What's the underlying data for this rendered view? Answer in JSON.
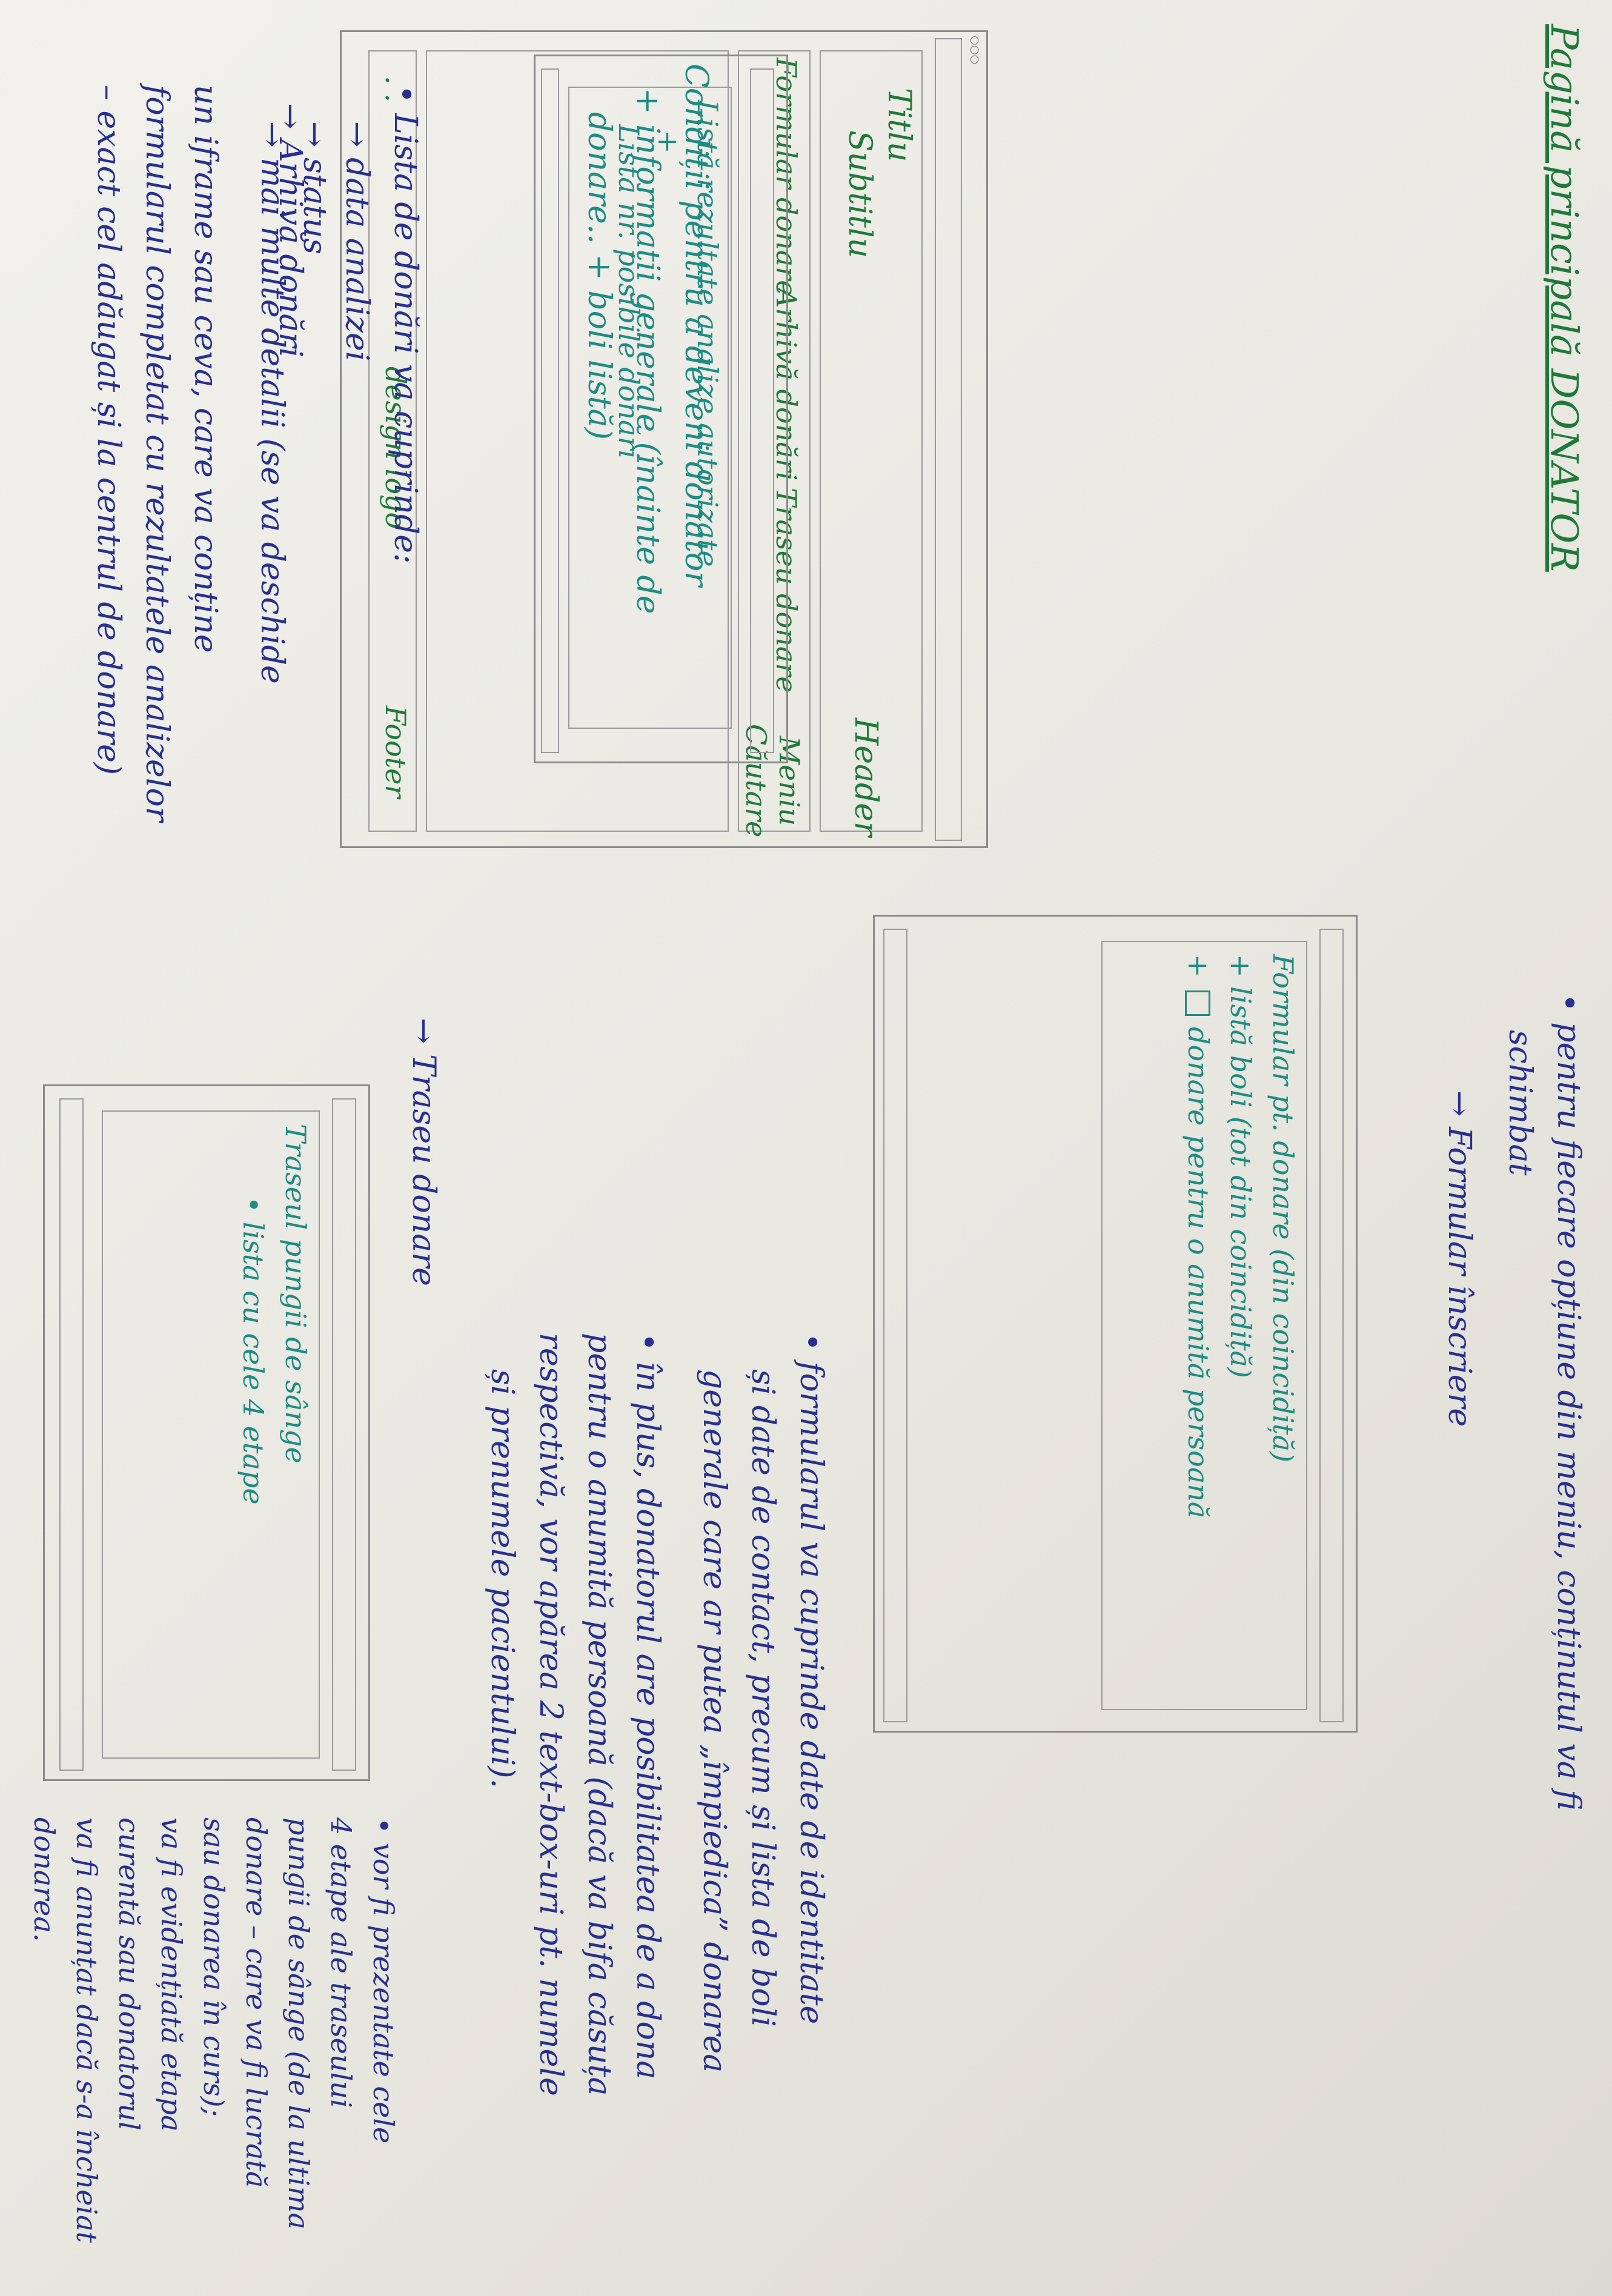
{
  "page_title": "Pagină principală DONATOR",
  "wireframe_main": {
    "title": "Titlu",
    "subtitle": "Subtitlu",
    "header": "Header",
    "tabs": [
      {
        "label": "Formular donare"
      },
      {
        "label": "Arhivă donări"
      },
      {
        "label": "Traseu donare"
      }
    ],
    "menu": "Meniu",
    "search": "Căutare",
    "content_line1": "Condiții pentru a deveni donator",
    "content_line2": "+ informații generale (înainte de",
    "content_line3": "donare.. + boli listă)",
    "footer_left": ". .",
    "footer_design": "design logo",
    "footer": "Footer"
  },
  "archive_section": {
    "heading": "→ Arhivă donări",
    "list_title": "Listă rezultate analize autorizate",
    "plus": "+",
    "list_sub": "Listă nr. posibile donări",
    "bullet": "• Lista de donări va cuprinde:",
    "items": [
      "→ data analizei",
      "→ status",
      "→ mai multe detalii (se va deschide"
    ],
    "cont": [
      "un iframe sau ceva, care va conține",
      "formularul completat cu rezultatele analizelor",
      "– exact cel adăugat și la centrul de donare)"
    ]
  },
  "menu_note": {
    "bullet": "• pentru fiecare opțiune din meniu, conținutul va fi",
    "bullet_cont": "schimbat",
    "form_heading": "→ Formular înscriere",
    "form_line1": "Formular pt. donare (din coincidiță)",
    "form_line2": "+ listă boli (tot din coincidiță)",
    "form_line3": "donare pentru o anumită persoană",
    "plus": "+",
    "desc": [
      "• formularul va cuprinde date de identitate",
      "și date de contact, precum și lista de boli",
      "generale care ar putea „împiedica” donarea",
      "• în plus, donatorul are posibilitatea de a dona",
      "pentru o anumită persoană (dacă va bifa căsuța",
      "respectivă, vor apărea 2 text-box-uri pt. numele",
      "și prenumele pacientului)."
    ]
  },
  "traseu_section": {
    "heading": "→ Traseu donare",
    "box_title": "Traseul pungii de sânge",
    "box_item": "• lista cu cele 4 etape",
    "note": [
      "• vor fi prezentate cele",
      "4 etape ale traseului",
      "pungii de sânge (de la ultima",
      "donare – care va fi lucrată",
      "sau donarea în curs);",
      "va fi evidențiată etapa",
      "curentă sau donatorul",
      "va fi anunțat dacă s-a încheiat",
      "donarea."
    ]
  }
}
